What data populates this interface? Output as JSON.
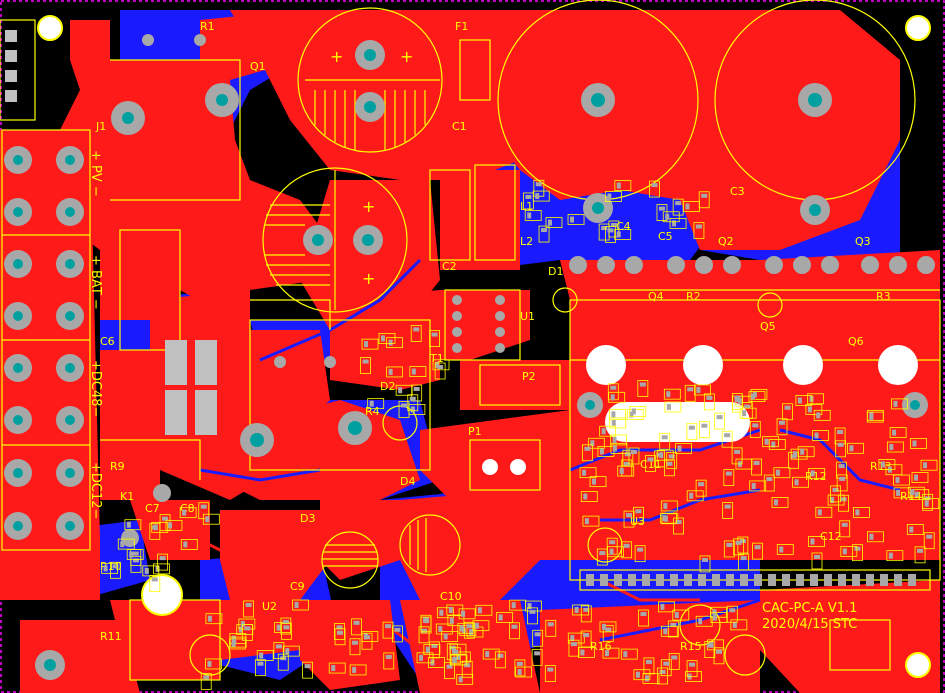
{
  "colors": {
    "background": "#000000",
    "top_copper": "#ff1a1a",
    "bottom_copper": "#1a1aff",
    "silkscreen": "#ffff00",
    "pad": "#a8a8a8",
    "drill": "#00a0a0",
    "hole": "#ffffff",
    "outline": "#ff00ff"
  },
  "connector_labels": {
    "pv": "+  PV  −",
    "bat": "+  BAT  −",
    "dc48": "+DC48−",
    "dc12": "+DC12−"
  },
  "board_text": {
    "name": "CAC-PC-A V1.1",
    "date": "2020/4/15 STC"
  },
  "designators": {
    "j1": "J1",
    "c1": "C1",
    "c2": "C2",
    "l1": "L1",
    "l2": "L2",
    "f1": "F1",
    "q1": "Q1",
    "q2": "Q2",
    "q3": "Q3",
    "q4": "Q4",
    "q5": "Q5",
    "q6": "Q6",
    "d1": "D1",
    "d2": "D2",
    "d3": "D3",
    "d4": "D4",
    "r1": "R1",
    "r2": "R2",
    "r3": "R3",
    "r4": "R4",
    "u1": "U1",
    "u2": "U2",
    "u3": "U3",
    "t1": "T1",
    "k1": "K1",
    "p1": "P1",
    "p2": "P2",
    "c3": "C3",
    "c4": "C4",
    "c5": "C5",
    "c6": "C6",
    "c7": "C7",
    "c8": "C8",
    "c9": "C9",
    "c10": "C10",
    "c11": "C11",
    "c12": "C12",
    "r9": "R9",
    "r10": "R10",
    "r11": "R11",
    "r12": "R12",
    "r13": "R13",
    "r14": "R14",
    "r15": "R15",
    "r16": "R16"
  },
  "polarity": {
    "plus": "+",
    "minus": "−"
  }
}
